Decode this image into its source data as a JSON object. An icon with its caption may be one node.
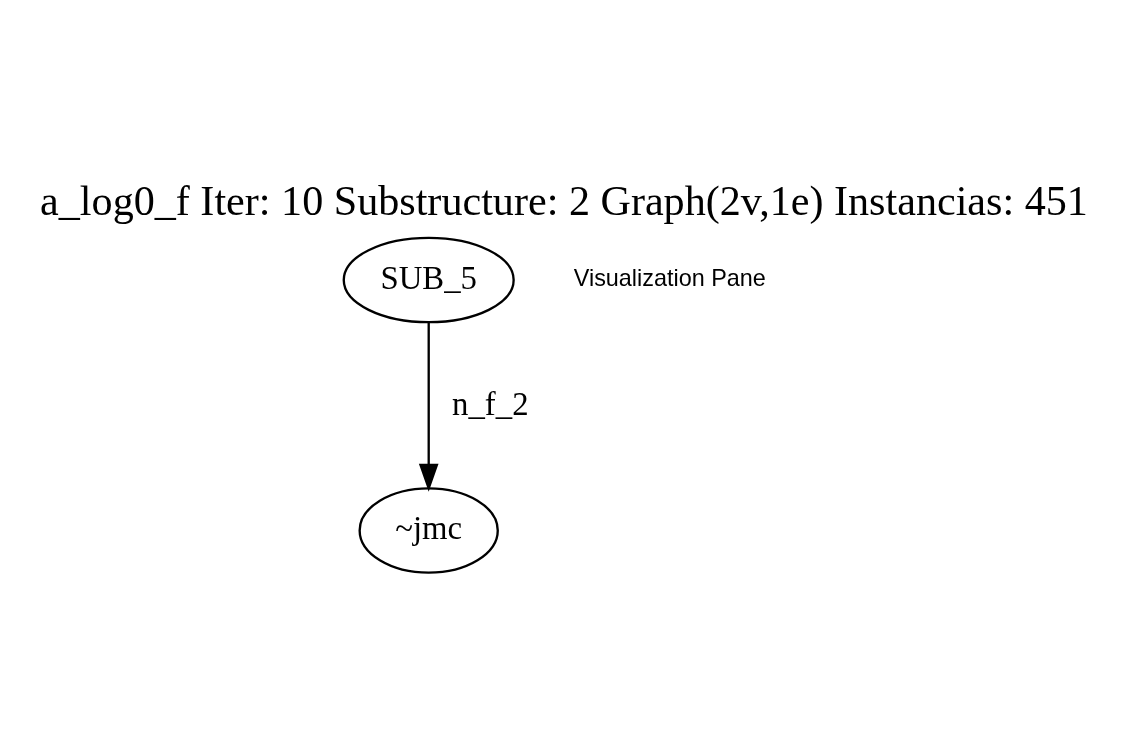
{
  "diagram": {
    "title": "a_log0_f Iter: 10 Substructure: 2 Graph(2v,1e) Instancias: 451",
    "nodes": [
      {
        "text": [
          "SUB_5"
        ]
      },
      {
        "text": [
          "~jmc"
        ]
      }
    ],
    "edges": [
      {
        "from": 0,
        "to": 1,
        "arrow": "to",
        "label": "n_f_2"
      }
    ],
    "labels": [
      "Visualization Pane"
    ]
  }
}
